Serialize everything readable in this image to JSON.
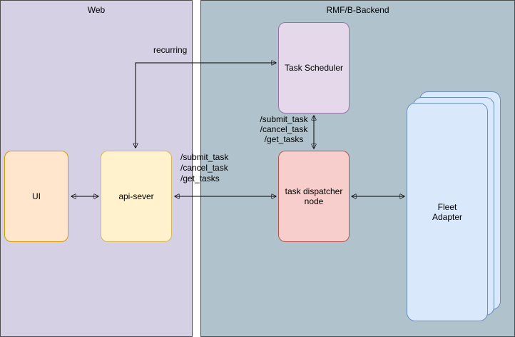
{
  "containers": {
    "web": {
      "label": "Web"
    },
    "backend": {
      "label": "RMF/B-Backend"
    }
  },
  "nodes": {
    "ui": {
      "label": "UI"
    },
    "api_server": {
      "label": "api-sever"
    },
    "task_scheduler": {
      "label": "Task Scheduler"
    },
    "task_dispatcher": {
      "label": "task dispatcher\nnode"
    },
    "fleet_adapter": {
      "label": "Fleet\nAdapter"
    }
  },
  "edge_labels": {
    "recurring": "recurring",
    "api_to_dispatcher": "/submit_task\n/cancel_task\n/get_tasks",
    "scheduler_to_dispatcher": "/submit_task\n/cancel_task\n/get_tasks"
  },
  "colors": {
    "web_fill": "#d6d0e4",
    "backend_fill": "#b0c3cc",
    "ui_fill": "#ffe6cc",
    "ui_border": "#d79b00",
    "api_server_fill": "#fff2cc",
    "api_server_border": "#d6b656",
    "task_scheduler_fill": "#e5d8eb",
    "task_scheduler_border": "#9673a6",
    "task_dispatcher_fill": "#f8cecc",
    "task_dispatcher_border": "#b85450",
    "fleet_adapter_fill": "#dae8fc",
    "fleet_adapter_border": "#6c8ebf",
    "arrow": "#000000"
  }
}
